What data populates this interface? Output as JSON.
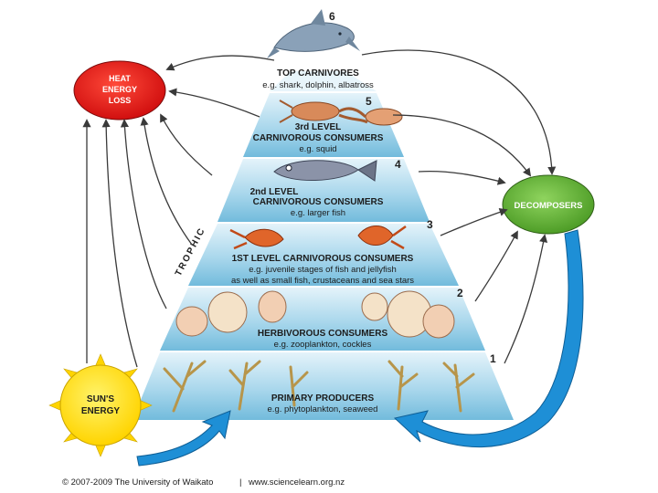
{
  "heat": {
    "line1": "HEAT",
    "line2": "ENERGY",
    "line3": "LOSS",
    "color": "#e31b1b"
  },
  "decomposers": {
    "label": "DECOMPOSERS",
    "color": "#66b83a"
  },
  "sun": {
    "line1": "SUN'S",
    "line2": "ENERGY",
    "color": "#ffe21a"
  },
  "side_label": "TROPHIC",
  "levels": [
    {
      "number": "6",
      "title": "TOP CARNIVORES",
      "example": "e.g. shark, dolphin, albatross",
      "icon": "dolphin-icon"
    },
    {
      "number": "5",
      "title1": "3rd LEVEL",
      "title2": "CARNIVOROUS CONSUMERS",
      "example": "e.g. squid",
      "icon": "squid-icon"
    },
    {
      "number": "4",
      "title1": "2nd LEVEL",
      "title2": "CARNIVOROUS CONSUMERS",
      "example": "e.g. larger fish",
      "icon": "fish-icon"
    },
    {
      "number": "3",
      "title": "1ST LEVEL CARNIVOROUS CONSUMERS",
      "example1": "e.g. juvenile stages of fish and jellyfish",
      "example2": "as well as small fish, crustaceans and sea stars",
      "icon": "crayfish-icon"
    },
    {
      "number": "2",
      "title": "HERBIVOROUS CONSUMERS",
      "example": "e.g. zooplankton, cockles",
      "icon": "cockle-icon"
    },
    {
      "number": "1",
      "title": "PRIMARY PRODUCERS",
      "example": "e.g. phytoplankton, seaweed",
      "icon": "seaweed-icon"
    }
  ],
  "footer": {
    "copyright": "© 2007-2009 The University of Waikato",
    "separator": "|",
    "url": "www.sciencelearn.org.nz"
  },
  "colors": {
    "pyramid_light": "#dff0f8",
    "pyramid_mid": "#9fd1e8",
    "pyramid_deep": "#6bb6d8",
    "recycle_arrow": "#1e8fd6"
  }
}
